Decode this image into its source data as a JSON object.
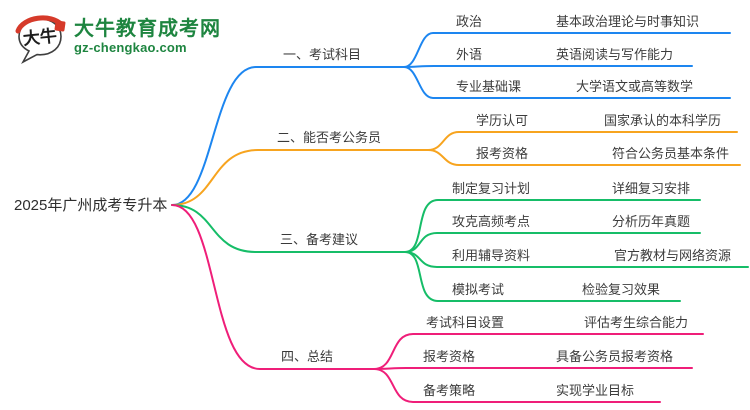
{
  "site": {
    "name": "大牛教育成考网",
    "domain": "gz-chengkao.com",
    "logo_text": "大牛",
    "brand_color": "#1e8540",
    "seal_color": "#d63a2a"
  },
  "root": {
    "label": "2025年广州成考专升本"
  },
  "branches": [
    {
      "label": "一、考试科目",
      "color": "#1d86f0",
      "children": [
        {
          "topic": "政治",
          "detail": "基本政治理论与时事知识"
        },
        {
          "topic": "外语",
          "detail": "英语阅读与写作能力"
        },
        {
          "topic": "专业基础课",
          "detail": "大学语文或高等数学"
        }
      ]
    },
    {
      "label": "二、能否考公务员",
      "color": "#f7a41f",
      "children": [
        {
          "topic": "学历认可",
          "detail": "国家承认的本科学历"
        },
        {
          "topic": "报考资格",
          "detail": "符合公务员基本条件"
        }
      ]
    },
    {
      "label": "三、备考建议",
      "color": "#16bd68",
      "children": [
        {
          "topic": "制定复习计划",
          "detail": "详细复习安排"
        },
        {
          "topic": "攻克高频考点",
          "detail": "分析历年真题"
        },
        {
          "topic": "利用辅导资料",
          "detail": "官方教材与网络资源"
        },
        {
          "topic": "模拟考试",
          "detail": "检验复习效果"
        }
      ]
    },
    {
      "label": "四、总结",
      "color": "#ef1e79",
      "children": [
        {
          "topic": "考试科目设置",
          "detail": "评估考生综合能力"
        },
        {
          "topic": "报考资格",
          "detail": "具备公务员报考资格"
        },
        {
          "topic": "备考策略",
          "detail": "实现学业目标"
        }
      ]
    }
  ]
}
